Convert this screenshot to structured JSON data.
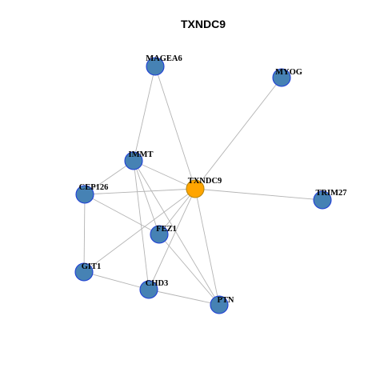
{
  "title": "TXNDC9",
  "colors": {
    "hub_fill": "#FFA500",
    "hub_stroke": "#B8860B",
    "node_fill": "#4682B4",
    "node_stroke": "#1F3FD6",
    "edge": "#B4B4B4"
  },
  "nodes": [
    {
      "id": "TXNDC9",
      "label": "TXNDC9",
      "hub": true
    },
    {
      "id": "MAGEA6",
      "label": "MAGEA6",
      "hub": false
    },
    {
      "id": "MYOG",
      "label": "MYOG",
      "hub": false
    },
    {
      "id": "IMMT",
      "label": "IMMT",
      "hub": false
    },
    {
      "id": "CEP126",
      "label": "CEP126",
      "hub": false
    },
    {
      "id": "TRIM27",
      "label": "TRIM27",
      "hub": false
    },
    {
      "id": "FEZ1",
      "label": "FEZ1",
      "hub": false
    },
    {
      "id": "GIT1",
      "label": "GIT1",
      "hub": false
    },
    {
      "id": "CHD3",
      "label": "CHD3",
      "hub": false
    },
    {
      "id": "PTN",
      "label": "PTN",
      "hub": false
    }
  ],
  "edges": [
    [
      "TXNDC9",
      "MAGEA6"
    ],
    [
      "TXNDC9",
      "MYOG"
    ],
    [
      "TXNDC9",
      "IMMT"
    ],
    [
      "TXNDC9",
      "CEP126"
    ],
    [
      "TXNDC9",
      "TRIM27"
    ],
    [
      "TXNDC9",
      "FEZ1"
    ],
    [
      "TXNDC9",
      "GIT1"
    ],
    [
      "TXNDC9",
      "CHD3"
    ],
    [
      "TXNDC9",
      "PTN"
    ],
    [
      "MAGEA6",
      "IMMT"
    ],
    [
      "IMMT",
      "CEP126"
    ],
    [
      "IMMT",
      "FEZ1"
    ],
    [
      "IMMT",
      "CHD3"
    ],
    [
      "IMMT",
      "PTN"
    ],
    [
      "CEP126",
      "FEZ1"
    ],
    [
      "CEP126",
      "GIT1"
    ],
    [
      "FEZ1",
      "PTN"
    ],
    [
      "GIT1",
      "CHD3"
    ],
    [
      "CHD3",
      "PTN"
    ]
  ]
}
